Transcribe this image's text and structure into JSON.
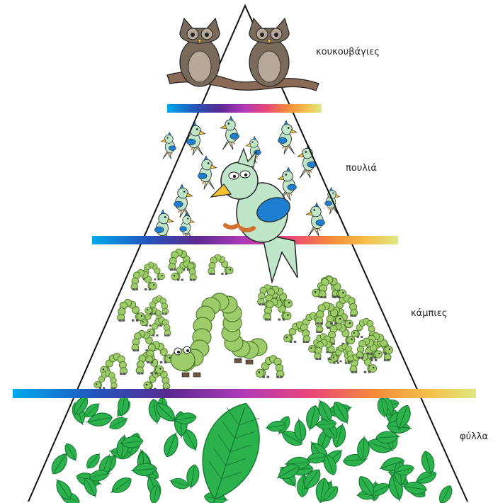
{
  "levels": [
    {
      "label": "κουκουβάγιες",
      "organism": "owl",
      "count": 2
    },
    {
      "label": "πουλιά",
      "organism": "bird",
      "count": 13
    },
    {
      "label": "κάμπιες",
      "organism": "caterpillar",
      "count": 36
    },
    {
      "label": "φύλλα",
      "organism": "leaf",
      "count": 90
    }
  ],
  "colors": {
    "outline": "#111111",
    "leaf": "#2bb24c",
    "leaf_dark": "#167a33",
    "caterpillar": "#9fcc6b",
    "caterpillar_dark": "#4f7a2a",
    "bird_body": "#bfe6c8",
    "bird_wing": "#1e7fd1",
    "bird_beak": "#f4c430",
    "owl_body": "#7a6a5a",
    "owl_face": "#b8a89a",
    "branch": "#8a6a55",
    "spectrum": [
      "#00aaee",
      "#2255bb",
      "#5a2a90",
      "#b23ab8",
      "#e8457a",
      "#f58a3a",
      "#f5c04a",
      "#dde880"
    ]
  }
}
